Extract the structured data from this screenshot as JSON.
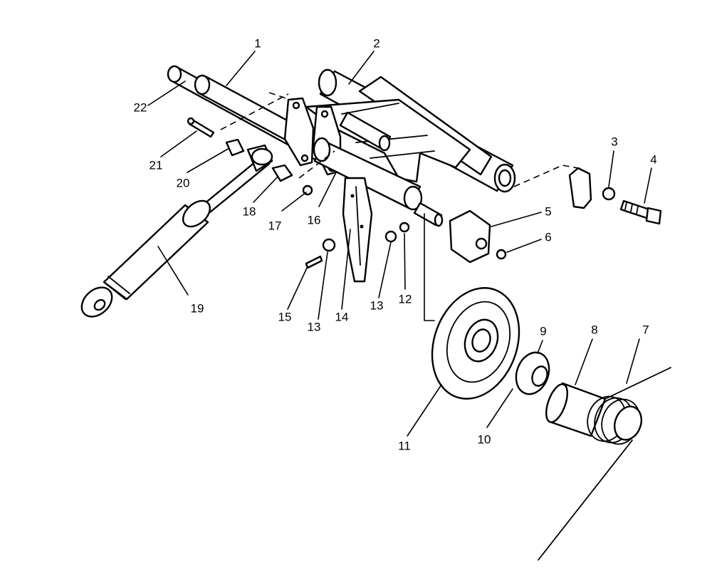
{
  "callouts": [
    {
      "id": "c1",
      "label": "1"
    },
    {
      "id": "c2",
      "label": "2"
    },
    {
      "id": "c3",
      "label": "3"
    },
    {
      "id": "c4",
      "label": "4"
    },
    {
      "id": "c5",
      "label": "5"
    },
    {
      "id": "c6",
      "label": "6"
    },
    {
      "id": "c7",
      "label": "7"
    },
    {
      "id": "c8",
      "label": "8"
    },
    {
      "id": "c9",
      "label": "9"
    },
    {
      "id": "c10",
      "label": "10"
    },
    {
      "id": "c11",
      "label": "11"
    },
    {
      "id": "c12",
      "label": "12"
    },
    {
      "id": "c13a",
      "label": "13"
    },
    {
      "id": "c13b",
      "label": "13"
    },
    {
      "id": "c14",
      "label": "14"
    },
    {
      "id": "c15",
      "label": "15"
    },
    {
      "id": "c16",
      "label": "16"
    },
    {
      "id": "c17",
      "label": "17"
    },
    {
      "id": "c18",
      "label": "18"
    },
    {
      "id": "c19",
      "label": "19"
    },
    {
      "id": "c20",
      "label": "20"
    },
    {
      "id": "c21",
      "label": "21"
    },
    {
      "id": "c22",
      "label": "22"
    }
  ]
}
